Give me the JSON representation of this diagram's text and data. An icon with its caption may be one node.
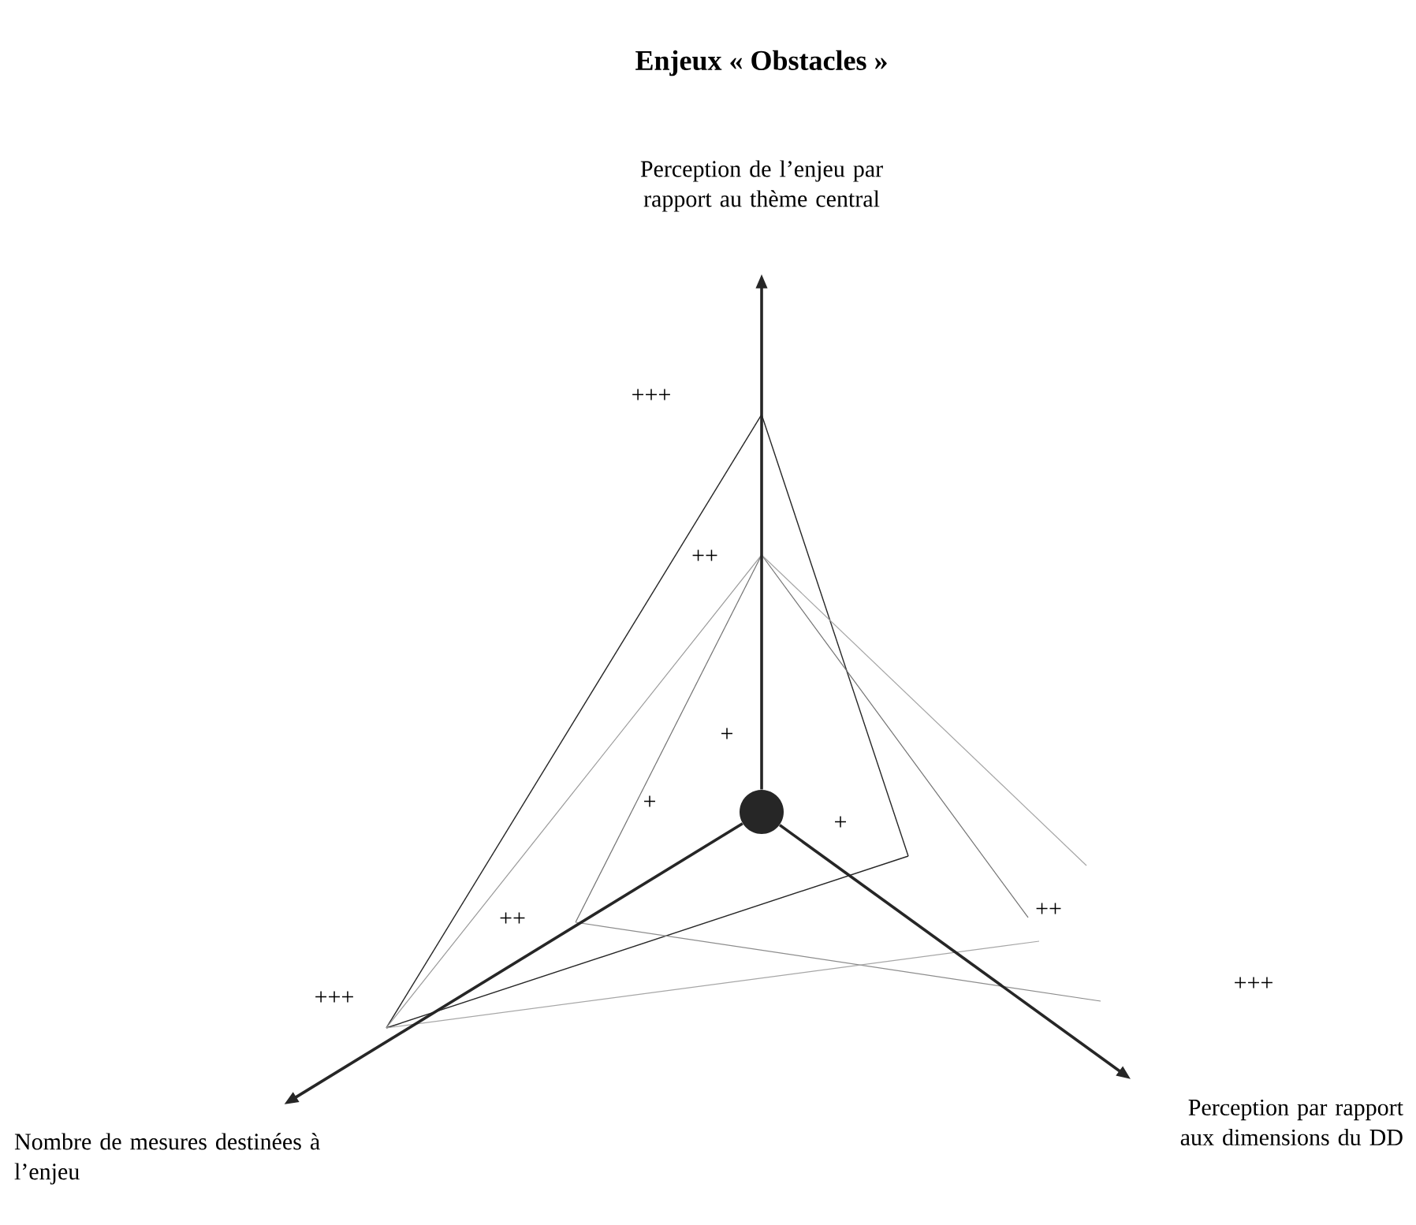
{
  "diagram": {
    "title": "Enjeux « Obstacles »",
    "nodes": [
      {
        "text": [
          "Perception de l’enjeu par rapport au thème central"
        ]
      },
      {
        "text": [],
        "shape": "circle"
      },
      {
        "text": [
          "Nombre de mesures destinées à l’enjeu"
        ]
      },
      {
        "text": [
          "Perception par rapport aux dimensions du DD"
        ]
      }
    ],
    "edges": [
      {
        "from": 1,
        "to": 0,
        "arrow": "to"
      },
      {
        "from": 1,
        "to": 2,
        "arrow": "to"
      },
      {
        "from": 1,
        "to": 3,
        "arrow": "to"
      }
    ],
    "labels": [
      "+++",
      "++",
      "+",
      "+",
      "+",
      "++",
      "++",
      "+++",
      "+++"
    ]
  }
}
